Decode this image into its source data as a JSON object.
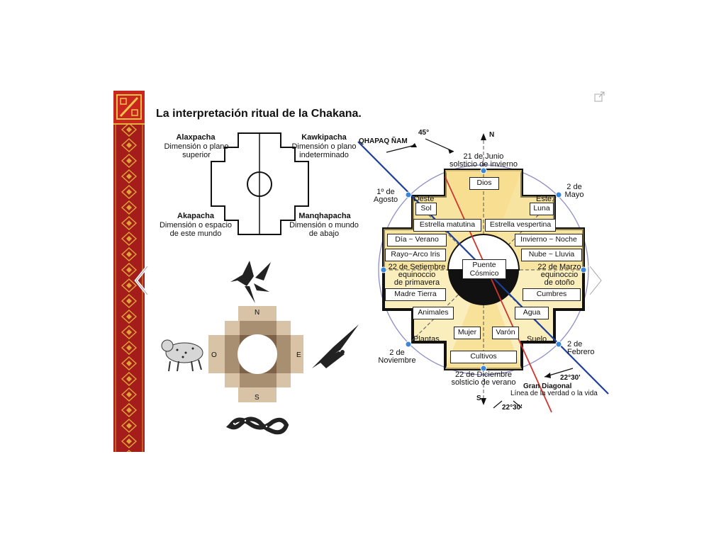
{
  "title": "La interpretación ritual de la Chakana.",
  "small_chakana": {
    "alaxpacha": {
      "name": "Alaxpacha",
      "desc": [
        "Dimensión o plano",
        "superior"
      ]
    },
    "kawkipacha": {
      "name": "Kawkipacha",
      "desc": [
        "Dimensión o plano",
        "indeterminado"
      ]
    },
    "akapacha": {
      "name": "Akapacha",
      "desc": [
        "Dimensión o espacio",
        "de este mundo"
      ]
    },
    "manqhapacha": {
      "name": "Manqhapacha",
      "desc": [
        "Dimensión o mundo",
        "de abajo"
      ]
    }
  },
  "compass": {
    "n": "N",
    "s": "S",
    "o": "O",
    "e": "E"
  },
  "big": {
    "qhapaq": "QHAPAQ ÑAM",
    "deg45": "45°",
    "north": "N",
    "south": "S",
    "jun_1": "21 de Junio",
    "jun_2": "solsticio de invierno",
    "ago_1": "1º de",
    "ago_2": "Agosto",
    "may_1": "2 de",
    "may_2": "Mayo",
    "oeste": "Oeste",
    "este": "Este",
    "set_1": "22 de Setiembre",
    "set_2": "equinoccio",
    "set_3": "de primavera",
    "mar_1": "22 de Marzo",
    "mar_2": "equinoccio",
    "mar_3": "de otoño",
    "plantas": "Plantas",
    "suelo": "Suelo",
    "nov_1": "2 de",
    "nov_2": "Noviembre",
    "feb_1": "2 de",
    "feb_2": "Febrero",
    "dic_1": "22 de Diciembre",
    "dic_2": "solsticio de verano",
    "deg2230a": "22°30'",
    "deg2230b": "22°30'",
    "gran_1": "Gran Diagonal",
    "gran_2": "Línea de la verdad o la vida",
    "center_1": "Puente",
    "center_2": "Cósmico",
    "boxes": {
      "dios": "Dios",
      "sol": "Sol",
      "luna": "Luna",
      "matutina": "Estrella matutina",
      "vespertina": "Estrella vespertina",
      "dia": "Día ~ Verano",
      "invierno": "Invierno ~ Noche",
      "rayo": "Rayo~Arco Iris",
      "nube": "Nube  ~  Lluvia",
      "madre": "Madre Tierra",
      "cumbres": "Cumbres",
      "animales": "Animales",
      "agua": "Agua",
      "mujer": "Mujer",
      "varon": "Varón",
      "cultivos": "Cultivos"
    }
  },
  "colors": {
    "band": "#a51d1b",
    "brown_dark": "#8c7257",
    "brown_light": "#d8c3a6",
    "yellow": "#f6dc8a",
    "yellow_light": "#fbeebd"
  }
}
